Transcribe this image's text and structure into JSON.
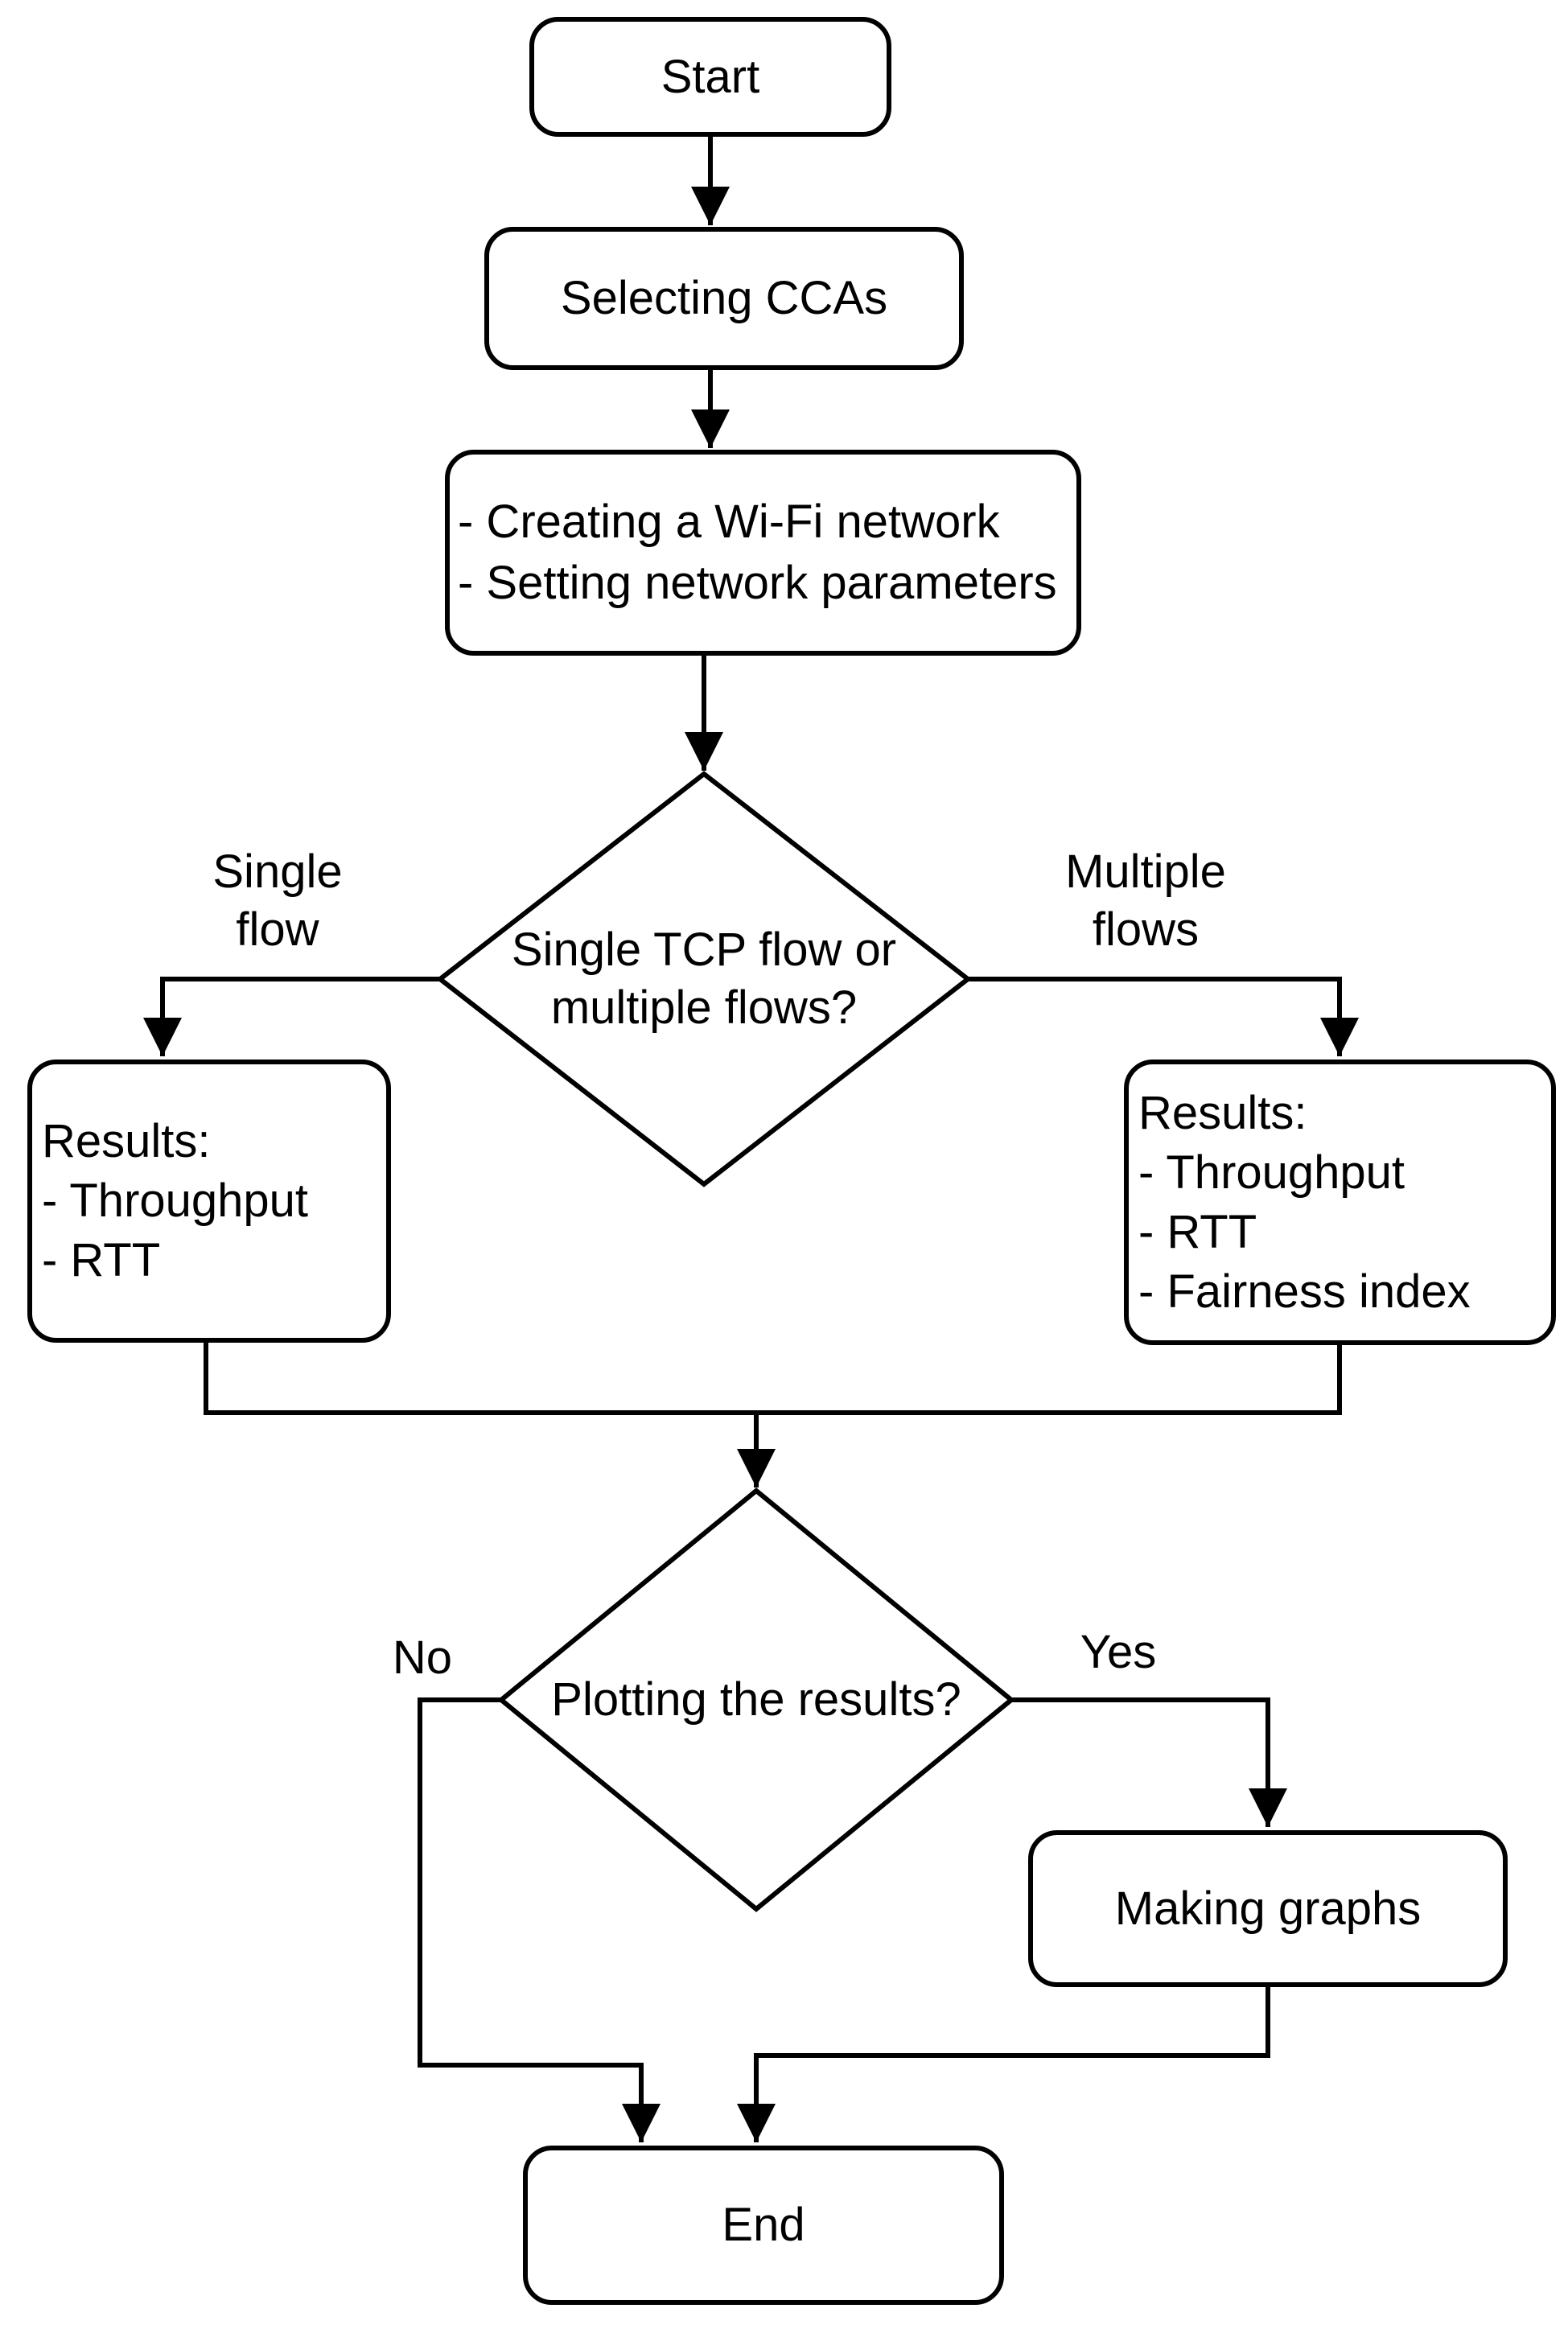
{
  "nodes": {
    "start": {
      "label": "Start"
    },
    "selecting_ccas": {
      "label": "Selecting CCAs"
    },
    "network_setup": {
      "lines": [
        "- Creating a Wi-Fi network",
        "- Setting network parameters"
      ]
    },
    "decision_flows": {
      "lines": [
        "Single TCP flow or",
        "multiple flows?"
      ]
    },
    "results_single": {
      "lines": [
        "Results:",
        "- Throughput",
        "- RTT"
      ]
    },
    "results_multiple": {
      "lines": [
        "Results:",
        "- Throughput",
        "- RTT",
        "- Fairness index"
      ]
    },
    "decision_plotting": {
      "label": "Plotting the results?"
    },
    "making_graphs": {
      "label": "Making graphs"
    },
    "end": {
      "label": "End"
    }
  },
  "edge_labels": {
    "single_flow": {
      "lines": [
        "Single",
        "flow"
      ]
    },
    "multiple_flows": {
      "lines": [
        "Multiple",
        "flows"
      ]
    },
    "no": "No",
    "yes": "Yes"
  },
  "colors": {
    "stroke": "#000000",
    "fill": "#ffffff",
    "text": "#000000",
    "background": "#ffffff"
  }
}
